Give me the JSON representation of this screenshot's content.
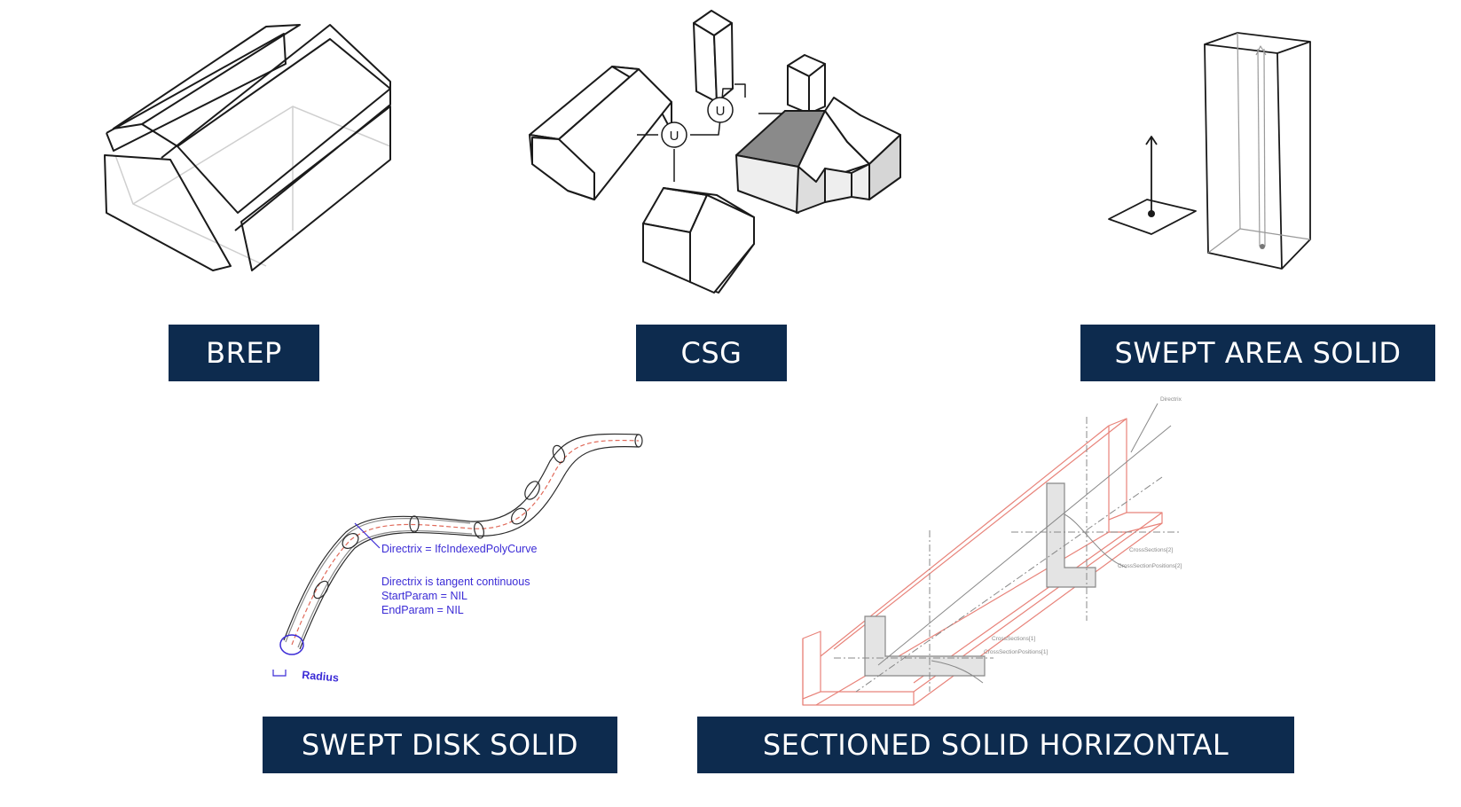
{
  "figure": {
    "labels": {
      "brep": "BREP",
      "csg": "CSG",
      "swept_area": "SWEPT AREA SOLID",
      "swept_disk": "SWEPT DISK SOLID",
      "sectioned": "SECTIONED SOLID HORIZONTAL"
    },
    "csg": {
      "union_symbol_1": "U",
      "union_symbol_2": "U"
    },
    "swept_disk": {
      "directrix_note": "Directrix = IfcIndexedPolyCurve",
      "tangent_note": "Directrix is tangent continuous",
      "start_param": "StartParam = NIL",
      "end_param": "EndParam = NIL",
      "radius_label": "Radius"
    },
    "sectioned": {
      "directrix_label": "Directrix",
      "cross_sections_2": "CrossSections[2]",
      "cross_positions_2": "CrossSectionPositions[2]",
      "cross_sections_1": "CrossSections[1]",
      "cross_positions_1": "CrossSectionPositions[1]"
    },
    "colors": {
      "label_background": "#0d2b4e",
      "label_text": "#ffffff",
      "annotation_blue": "#3b2bd6",
      "profile_red": "#e8837a"
    }
  }
}
